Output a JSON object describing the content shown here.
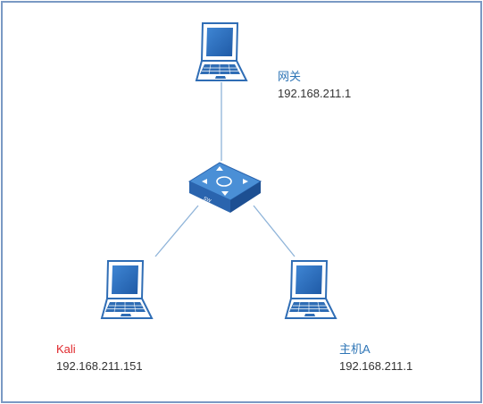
{
  "diagram": {
    "nodes": [
      {
        "id": "gateway",
        "icon": "laptop-icon",
        "name": "网关",
        "ip": "192.168.211.1",
        "name_color": "#2e75b6"
      },
      {
        "id": "switch",
        "icon": "switch-icon",
        "badge": "SW"
      },
      {
        "id": "kali",
        "icon": "laptop-icon",
        "name": "Kali",
        "ip": "192.168.211.151",
        "name_color": "#e0272b"
      },
      {
        "id": "host_a",
        "icon": "laptop-icon",
        "name": "主机A",
        "ip": "192.168.211.1",
        "name_color": "#2e75b6"
      }
    ],
    "links": [
      {
        "from": "gateway",
        "to": "switch"
      },
      {
        "from": "switch",
        "to": "kali"
      },
      {
        "from": "switch",
        "to": "host_a"
      }
    ],
    "colors": {
      "device": "#2f6db5",
      "link": "#8fb4d9",
      "frame": "#7a99c4"
    }
  }
}
